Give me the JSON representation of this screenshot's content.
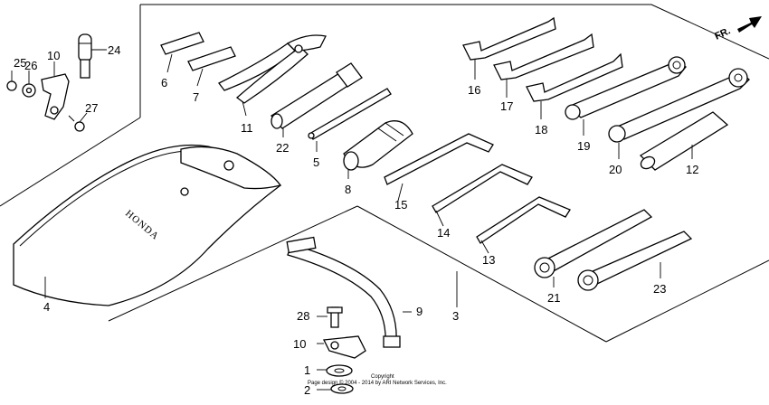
{
  "direction_arrow": {
    "label": "FR."
  },
  "pouch": {
    "brand": "HONDA"
  },
  "callouts": {
    "c1": "1",
    "c2": "2",
    "c3": "3",
    "c4": "4",
    "c5": "5",
    "c6": "6",
    "c7": "7",
    "c8": "8",
    "c9": "9",
    "c10a": "10",
    "c10b": "10",
    "c11": "11",
    "c12": "12",
    "c13": "13",
    "c14": "14",
    "c15": "15",
    "c16": "16",
    "c17": "17",
    "c18": "18",
    "c19": "19",
    "c20": "20",
    "c21": "21",
    "c22": "22",
    "c23": "23",
    "c24": "24",
    "c25": "25",
    "c26": "26",
    "c27": "27",
    "c28": "28"
  },
  "copyright": {
    "line1": "Copyright",
    "line2": "Page design © 2004 - 2014 by ARI Network Services, Inc."
  },
  "icons": {
    "direction": "arrow-right-icon"
  }
}
